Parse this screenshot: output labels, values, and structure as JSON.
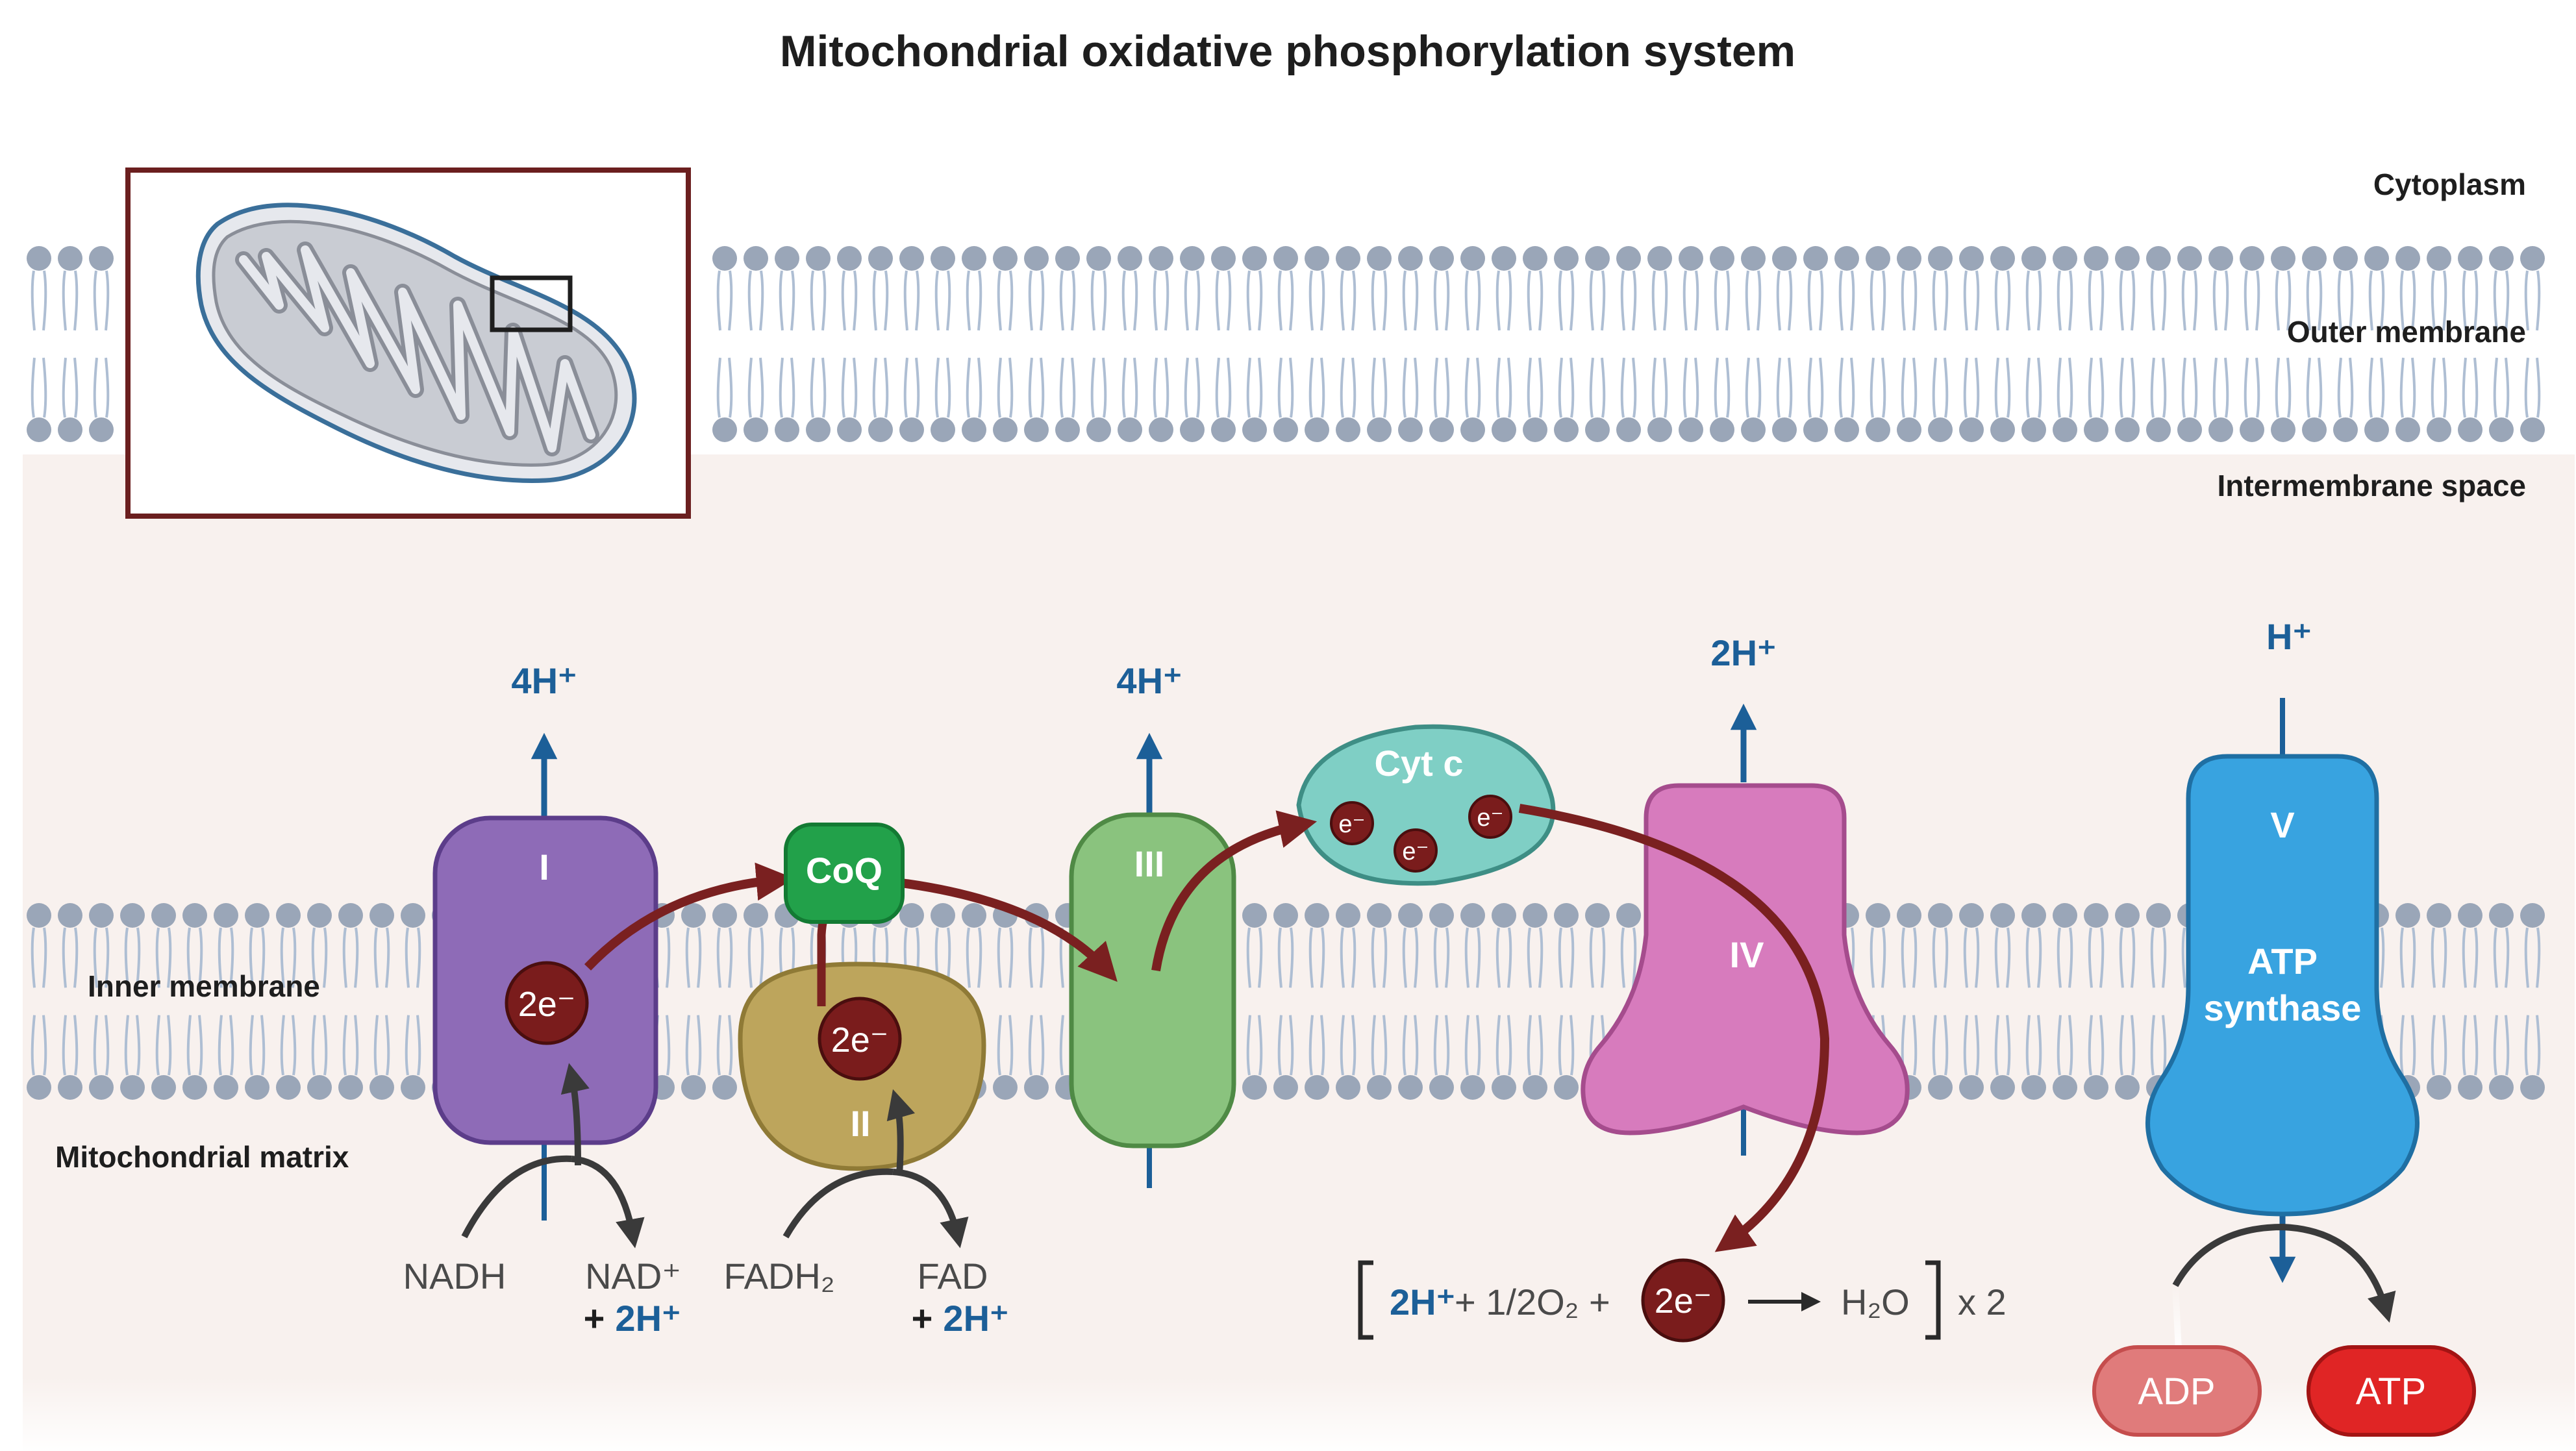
{
  "title": "Mitochondrial oxidative phosphorylation system",
  "regions": {
    "cytoplasm": "Cytoplasm",
    "outer_membrane": "Outer membrane",
    "intermembrane_space": "Intermembrane space",
    "inner_membrane": "Inner membrane",
    "matrix": "Mitochondrial matrix"
  },
  "complexes": {
    "c1": {
      "label": "I",
      "electrons": "2e⁻",
      "pumped": "4H⁺",
      "substrate": "NADH",
      "product": "NAD⁺",
      "product_protons": "2H⁺",
      "plus": "+"
    },
    "c2": {
      "label": "II",
      "electrons": "2e⁻",
      "substrate": "FADH₂",
      "product": "FAD",
      "product_protons": "2H⁺",
      "plus": "+"
    },
    "coq": {
      "label": "CoQ"
    },
    "c3": {
      "label": "III",
      "pumped": "4H⁺"
    },
    "cytc": {
      "label": "Cyt c",
      "electron": "e⁻"
    },
    "c4": {
      "label": "IV",
      "pumped": "2H⁺"
    },
    "c5": {
      "label": "V",
      "name_line1": "ATP",
      "name_line2": "synthase",
      "proton": "H⁺",
      "input": "ADP",
      "output": "ATP"
    }
  },
  "equation": {
    "protons": "2H⁺",
    "oxygen": "+ 1/2O₂ +",
    "electrons": "2e⁻",
    "product": "H₂O",
    "multiplier": "x 2"
  },
  "colors": {
    "complex_I": "#8e6bb7",
    "complex_II": "#bda55c",
    "coq": "#22a14a",
    "complex_III": "#8ac37e",
    "cyt_c": "#7fcfc5",
    "complex_IV": "#d77bbd",
    "atp_synthase": "#38a3e0",
    "electron": "#7a1c1c",
    "arrow": "#7a2020",
    "proton_text": "#1c5f98",
    "atp_pill": "#e02525",
    "adp_pill": "#e07b7b"
  }
}
